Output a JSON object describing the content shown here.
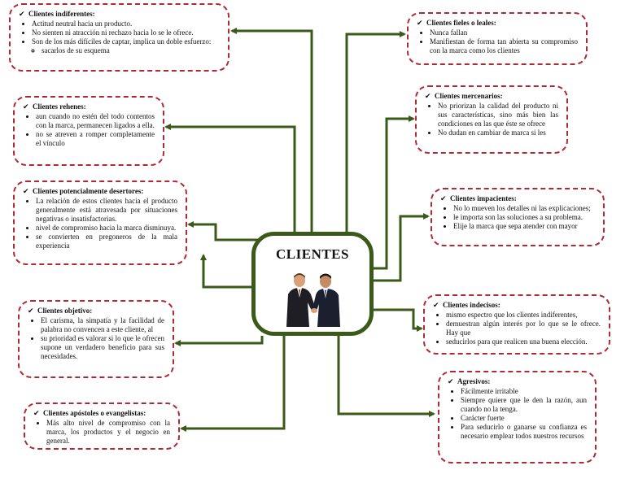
{
  "center": {
    "title": "CLIENTES"
  },
  "cards": [
    {
      "id": "indiferentes",
      "title": "Clientes indiferentes:",
      "items": [
        "Actitud neutral hacia un producto.",
        "No sienten ni atracción ni rechazo hacia lo se le ofrece.",
        "Son de los más difíciles de captar, implica un doble esfuerzo:"
      ],
      "subitems": [
        "sacarlos de su esquema"
      ]
    },
    {
      "id": "rehenes",
      "title": "Clientes rehenes:",
      "items": [
        "aun cuando no estén del todo contentos con la marca, permanecen ligados a ella.",
        "no se atreven a romper completamente el vínculo"
      ]
    },
    {
      "id": "desertores",
      "title": "Clientes potencialmente desertores:",
      "items": [
        "La relación de estos clientes hacia el producto generalmente está atravesada por situaciones negativas o insatisfactorias.",
        "nivel de compromiso hacia la marca disminuya.",
        "se convierten en pregoneros de la mala experiencia"
      ]
    },
    {
      "id": "objetivo",
      "title": "Clientes objetivo:",
      "items": [
        "El carisma, la simpatía y la facilidad de palabra no convencen a este cliente, al",
        "su prioridad es valorar si lo que le ofrecen supone un verdadero beneficio para sus necesidades."
      ]
    },
    {
      "id": "apostoles",
      "title": "Clientes apóstoles o evangelistas:",
      "items": [
        "Más alto nivel de compromiso con la marca, los productos y el negocio en general."
      ]
    },
    {
      "id": "fieles",
      "title": "Clientes fieles o leales:",
      "items": [
        "Nunca fallan",
        "Manifiestan de forma tan abierta su compromiso con la marca como los clientes"
      ]
    },
    {
      "id": "mercenarios",
      "title": "Clientes mercenarios:",
      "items": [
        "No priorizan la calidad del producto ni sus características, sino más bien las condiciones en las que éste se ofrece",
        "No dudan en cambiar de marca si les"
      ]
    },
    {
      "id": "impacientes",
      "title": "Clientes impacientes:",
      "items": [
        "No lo mueven los detalles ni las explicaciones;",
        "le importa son las soluciones a su problema.",
        "Elije la marca que sepa atender con mayor"
      ]
    },
    {
      "id": "indecisos",
      "title": "Clientes indecisos:",
      "items": [
        "mismo espectro que los clientes indiferentes,",
        "demuestran algún interés por lo que se le ofrece. Hay que",
        "seducirlos para que realicen una buena elección."
      ]
    },
    {
      "id": "agresivos",
      "title": "Agresivos:",
      "items": [
        "Fácilmente irritable",
        "Siempre quiere que le den la razón, aun cuando no la tenga.",
        "Carácter fuerte",
        "Para seducirlo o ganarse su confianza es necesario emplear todos nuestros recursos"
      ]
    }
  ],
  "colors": {
    "border": "#b02a36",
    "connector": "#3b5a1a"
  }
}
